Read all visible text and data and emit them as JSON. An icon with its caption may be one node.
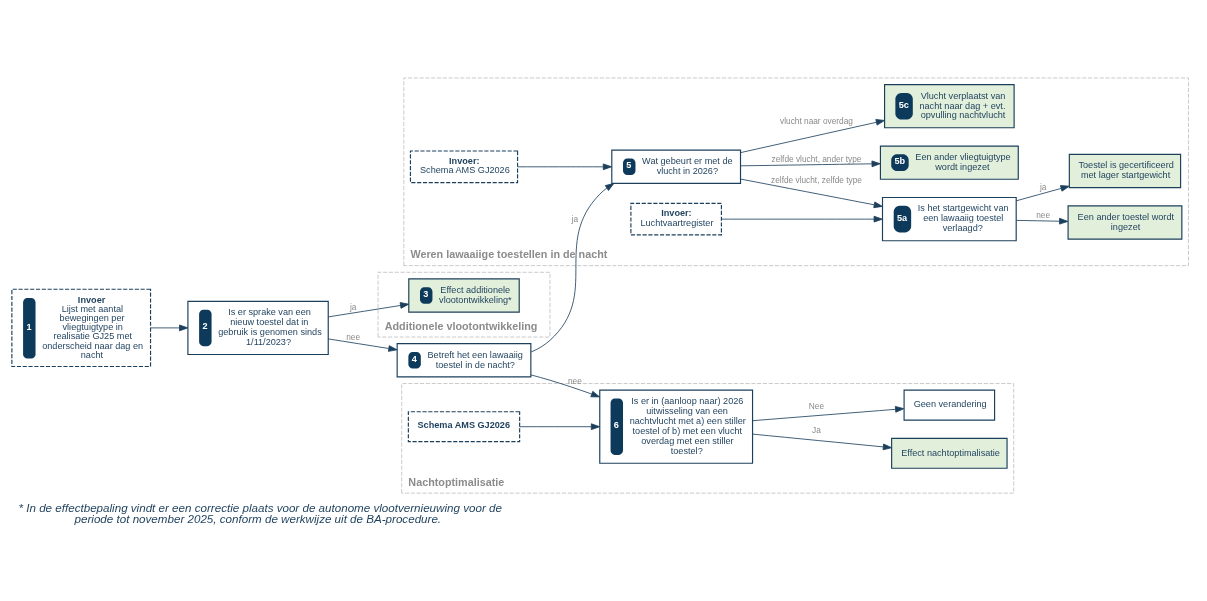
{
  "diagram": {
    "caption": "* In de effectbepaling vindt er een correctie plaats voor de autonome vlootvernieuwing voor de periode tot november 2025, conform de werkwijze uit de BA-procedure.",
    "nodes": [
      {
        "text": [
          "1",
          "Invoer",
          "Lijst met aantal bewegingen per vliegtuigtype in realisatie GJ25 met onderscheid naar dag en nacht"
        ]
      },
      {
        "text": [
          "2",
          "Is er sprake van een nieuw toestel dat in gebruik is genomen sinds 1/11/2023?"
        ]
      },
      {
        "text": [
          "4",
          "Betreft het een lawaaiig toestel in de nacht?"
        ]
      },
      {
        "text": [
          "Weren lawaaiige toestellen in de nacht"
        ]
      },
      {
        "text": [
          "Invoer:",
          "Schema AMS GJ2026"
        ],
        "in": 3
      },
      {
        "text": [
          "5",
          "Wat gebeurt er met de vlucht in 2026?"
        ],
        "in": 3
      },
      {
        "text": [
          "Invoer:",
          "Luchtvaartregister"
        ],
        "in": 3
      },
      {
        "text": [
          "5a",
          "Is het startgewicht van een lawaaiig toestel verlaagd?"
        ],
        "in": 3
      },
      {
        "text": [
          "5b",
          "Een ander vliegtuigtype wordt ingezet"
        ],
        "in": 3
      },
      {
        "text": [
          "5c",
          "Vlucht verplaatst van nacht naar dag + evt. opvulling nachtvlucht"
        ],
        "in": 3
      },
      {
        "text": [
          "Een ander toestel wordt ingezet"
        ],
        "in": 3
      },
      {
        "text": [
          "Toestel is gecertificeerd met lager startgewicht"
        ],
        "in": 3
      },
      {
        "text": [
          "Nachtoptimalisatie"
        ]
      },
      {
        "text": [
          "6",
          "Is er in (aanloop naar) 2026 uitwisseling van een nachtvlucht met a) een stiller toestel of b) met een vlucht overdag met een stiller toestel?"
        ],
        "in": 12
      },
      {
        "text": [
          "Schema AMS GJ2026"
        ],
        "in": 12
      },
      {
        "text": [
          "Effect nachtoptimalisatie"
        ],
        "in": 12
      },
      {
        "text": [
          "Geen verandering"
        ],
        "in": 12
      },
      {
        "text": [
          "Additionele vlootontwikkeling"
        ]
      },
      {
        "text": [
          "3",
          "Effect additionele vlootontwikkeling*"
        ],
        "in": 17
      }
    ],
    "edges": [
      {
        "from": 0,
        "to": 1,
        "arrow": "to"
      },
      {
        "from": 1,
        "to": 2,
        "arrow": "to",
        "label": "nee"
      },
      {
        "from": 1,
        "to": 18,
        "arrow": "to",
        "label": "ja"
      },
      {
        "from": 2,
        "to": 5,
        "arrow": "to",
        "label": "ja"
      },
      {
        "from": 2,
        "to": 13,
        "arrow": "to",
        "label": "nee"
      },
      {
        "from": 4,
        "to": 5,
        "arrow": "to"
      },
      {
        "from": 5,
        "to": 7,
        "arrow": "to",
        "label": "zelfde vlucht, zelfde type"
      },
      {
        "from": 5,
        "to": 8,
        "arrow": "to",
        "label": "zelfde vlucht, ander type"
      },
      {
        "from": 5,
        "to": 9,
        "arrow": "to",
        "label": "vlucht naar overdag"
      },
      {
        "from": 6,
        "to": 7,
        "arrow": "to"
      },
      {
        "from": 7,
        "to": 10,
        "arrow": "to",
        "label": "nee"
      },
      {
        "from": 7,
        "to": 11,
        "arrow": "to",
        "label": "ja"
      },
      {
        "from": 14,
        "to": 13,
        "arrow": "to"
      },
      {
        "from": 13,
        "to": 15,
        "arrow": "to",
        "label": "Ja"
      },
      {
        "from": 13,
        "to": 16,
        "arrow": "to",
        "label": "Nee"
      }
    ]
  }
}
